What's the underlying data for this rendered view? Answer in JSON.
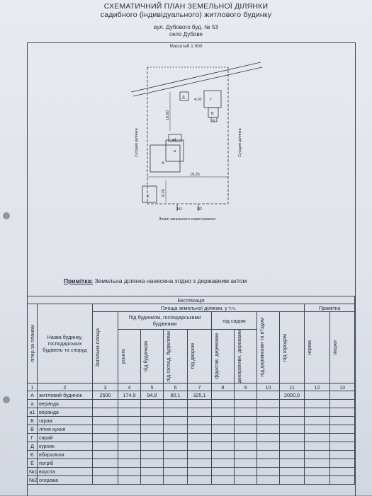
{
  "header": {
    "title_line1": "СХЕМАТИЧНИЙ ПЛАН ЗЕМЕЛЬНОЇ ДІЛЯНКИ",
    "title_line2": "садибного (індивідуального) житлового будинку",
    "address_street": "вул. Дубового  буд. № 53",
    "address_village": "село Дубове"
  },
  "plan": {
    "scale": "Масштаб 1:500",
    "neighbor_left": "Сусідня ділянка",
    "neighbor_right": "Сусідня ділянка",
    "common_land": "Землі загального користування",
    "dim_width": "19,35",
    "dim_depth1": "16,60",
    "dim_depth2": "8,20",
    "dim_small": "4,02",
    "point1": "N1",
    "point2": "N2",
    "lbl_A": "А",
    "lbl_a": "а",
    "lbl_a1": "а1",
    "lbl_B": "Б",
    "lbl_V": "В",
    "lbl_G": "Г",
    "lbl_D": "Д",
    "lbl_E": "Е"
  },
  "note": {
    "label": "Примітка:",
    "text": " Земельна ділянка нанесена згідно з державним актом"
  },
  "table": {
    "title": "Експлікація",
    "col_liter": "літер за планом",
    "col_name": "Назва будинку, господарських будівель та споруд",
    "area_header": "Площа земельної ділянки, у т.ч.",
    "col_total": "Загальна площа",
    "under_bldg_header": "Під будинком, господарськими будівлями",
    "col_all": "усього",
    "col_house": "під будинком",
    "col_outbuild": "під господ. будівлями",
    "col_yard": "під двором",
    "garden_header": "під садом",
    "col_fruit": "фруктов. деревами",
    "col_decor": "декоративн. деревами",
    "col_roads": "під дорожками та в'їздом",
    "col_vegetable": "під городом",
    "note_header": "Примітка",
    "col_norm": "норма",
    "col_excess": "лишки",
    "col_numbers": [
      "1",
      "2",
      "3",
      "4",
      "5",
      "6",
      "7",
      "8",
      "9",
      "10",
      "11",
      "12",
      "13"
    ],
    "rows": [
      {
        "liter": "А",
        "name": "житловий будинок",
        "total": "2500",
        "all": "174,9",
        "house": "94,8",
        "outb": "80,1",
        "yard": "325,1",
        "fruit": "",
        "decor": "",
        "roads": "",
        "veg": "2000,0",
        "norm": "",
        "excess": ""
      },
      {
        "liter": "а",
        "name": "веранда",
        "total": "",
        "all": "",
        "house": "",
        "outb": "",
        "yard": "",
        "fruit": "",
        "decor": "",
        "roads": "",
        "veg": "",
        "norm": "",
        "excess": ""
      },
      {
        "liter": "а1",
        "name": "веранда",
        "total": "",
        "all": "",
        "house": "",
        "outb": "",
        "yard": "",
        "fruit": "",
        "decor": "",
        "roads": "",
        "veg": "",
        "norm": "",
        "excess": ""
      },
      {
        "liter": "Б",
        "name": "гараж",
        "total": "",
        "all": "",
        "house": "",
        "outb": "",
        "yard": "",
        "fruit": "",
        "decor": "",
        "roads": "",
        "veg": "",
        "norm": "",
        "excess": ""
      },
      {
        "liter": "В",
        "name": "літня кухня",
        "total": "",
        "all": "",
        "house": "",
        "outb": "",
        "yard": "",
        "fruit": "",
        "decor": "",
        "roads": "",
        "veg": "",
        "norm": "",
        "excess": ""
      },
      {
        "liter": "Г",
        "name": "сарай",
        "total": "",
        "all": "",
        "house": "",
        "outb": "",
        "yard": "",
        "fruit": "",
        "decor": "",
        "roads": "",
        "veg": "",
        "norm": "",
        "excess": ""
      },
      {
        "liter": "Д",
        "name": "курник",
        "total": "",
        "all": "",
        "house": "",
        "outb": "",
        "yard": "",
        "fruit": "",
        "decor": "",
        "roads": "",
        "veg": "",
        "norm": "",
        "excess": ""
      },
      {
        "liter": "Є",
        "name": "вбиральня",
        "total": "",
        "all": "",
        "house": "",
        "outb": "",
        "yard": "",
        "fruit": "",
        "decor": "",
        "roads": "",
        "veg": "",
        "norm": "",
        "excess": ""
      },
      {
        "liter": "Ё",
        "name": "погріб",
        "total": "",
        "all": "",
        "house": "",
        "outb": "",
        "yard": "",
        "fruit": "",
        "decor": "",
        "roads": "",
        "veg": "",
        "norm": "",
        "excess": ""
      },
      {
        "liter": "№1",
        "name": "ворота",
        "total": "",
        "all": "",
        "house": "",
        "outb": "",
        "yard": "",
        "fruit": "",
        "decor": "",
        "roads": "",
        "veg": "",
        "norm": "",
        "excess": ""
      },
      {
        "liter": "№2",
        "name": "огорожа",
        "total": "",
        "all": "",
        "house": "",
        "outb": "",
        "yard": "",
        "fruit": "",
        "decor": "",
        "roads": "",
        "veg": "",
        "norm": "",
        "excess": ""
      }
    ]
  }
}
